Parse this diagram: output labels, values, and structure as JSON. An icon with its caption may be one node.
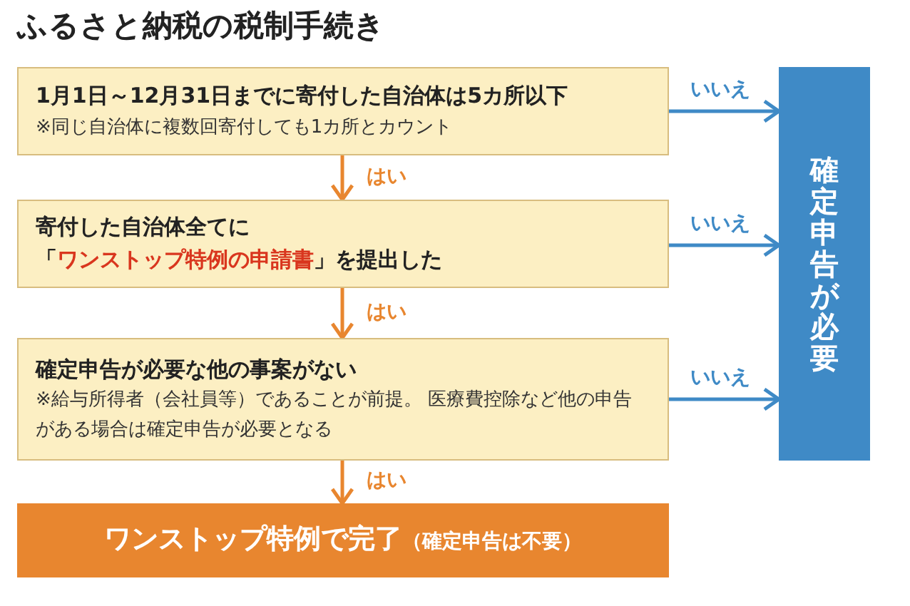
{
  "diagram": {
    "title": "ふるさと納税の税制手続き",
    "nodes": [
      {
        "text": [
          "1月1日～12月31日までに寄付した自治体は5カ所以下",
          "※同じ自治体に複数回寄付しても1カ所とカウント"
        ]
      },
      {
        "text": [
          "寄付した自治体全てに",
          "「**ワンストップ特例の申請書**」を提出した"
        ]
      },
      {
        "text": [
          "確定申告が必要な他の事案がない",
          "※給与所得者（会社員等）であることが前提。 医療費控除など他の申告がある場合は確定申告が必要となる"
        ]
      },
      {
        "text": [
          "ワンストップ特例で完了",
          "（確定申告は不要）"
        ]
      },
      {
        "text": [
          "確定申告が必要"
        ]
      }
    ],
    "edges": [
      {
        "from": 0,
        "to": 1,
        "arrow": "to",
        "label": "はい"
      },
      {
        "from": 1,
        "to": 2,
        "arrow": "to",
        "label": "はい"
      },
      {
        "from": 2,
        "to": 3,
        "arrow": "to",
        "label": "はい"
      },
      {
        "from": 0,
        "to": 4,
        "arrow": "to",
        "label": "いいえ",
        "color": "#3f8ac6"
      },
      {
        "from": 1,
        "to": 4,
        "arrow": "to",
        "label": "いいえ",
        "color": "#3f8ac6"
      },
      {
        "from": 2,
        "to": 4,
        "arrow": "to",
        "label": "いいえ",
        "color": "#3f8ac6"
      }
    ]
  }
}
